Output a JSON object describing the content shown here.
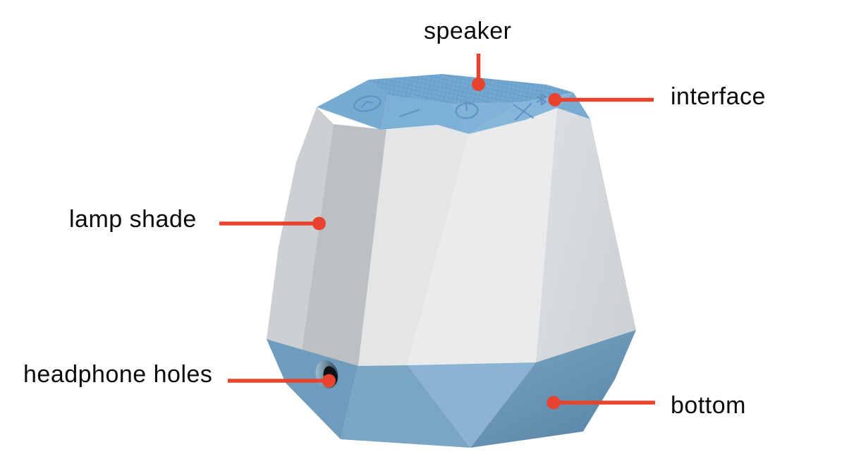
{
  "figure": {
    "title": "labeled parts diagram of a faceted polyhedral speaker lamp",
    "device": {
      "description": "geometric faceted lamp with blue top control band, white lamp shade body and blue faceted bottom",
      "top_icons": [
        "clock",
        "dash",
        "power",
        "cross",
        "bluetooth"
      ],
      "visible_features": [
        "speaker grille mesh on top face",
        "embossed control buttons on top band",
        "headphone jack hole on lower left facet"
      ]
    },
    "callouts": [
      {
        "part": "speaker",
        "label": "speaker"
      },
      {
        "part": "interface",
        "label": "interface"
      },
      {
        "part": "lamp-shade",
        "label": "lamp shade"
      },
      {
        "part": "headphone-holes",
        "label": "headphone holes"
      },
      {
        "part": "bottom",
        "label": "bottom"
      }
    ]
  },
  "colors": {
    "background": "#ffffff",
    "accent": "#e8432f",
    "text": "#0a0a0a",
    "grille": "#73a8d1",
    "grille_mesh": "#5c92c0",
    "band": [
      "#76aad1",
      "#7db0d6",
      "#81b3d8",
      "#86b7da",
      "#79abd0"
    ],
    "shade": [
      "#cdd0d2",
      "#bcc0c3",
      "#e3e5e6",
      "#eaebec"
    ],
    "shade_right_top": "#dde0e2",
    "shade_right_bottom": "#ced2d5",
    "bottom": [
      "#6f9cbd",
      "#7aa5c3",
      "#8ab4d1"
    ],
    "bottom_right_top": "#7ca6c4",
    "bottom_right_bottom": "#5c86a7",
    "icon_stroke": "#5a90bf",
    "hole_rim_light": "#a9c9de",
    "hole_rim_dark": "#2e4356",
    "hole_dark": "#0e1216"
  }
}
